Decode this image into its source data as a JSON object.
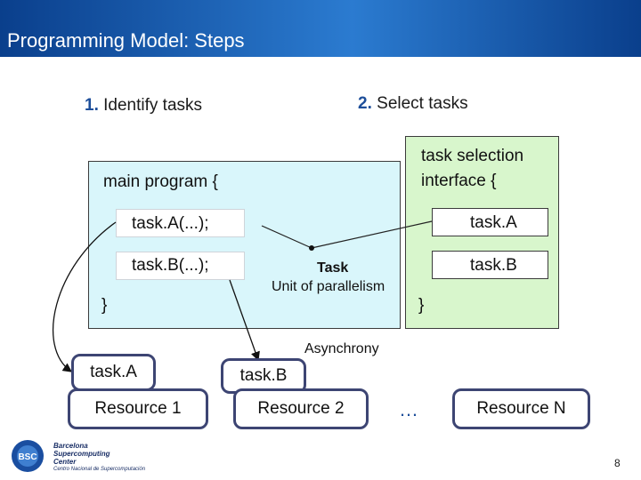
{
  "slide": {
    "title": "Programming Model: Steps",
    "page_number": "8"
  },
  "steps": [
    {
      "number": "1.",
      "label": "Identify tasks"
    },
    {
      "number": "2.",
      "label": "Select tasks"
    }
  ],
  "main_program": {
    "header": "main program {",
    "calls": [
      "task.A(...);",
      "task.B(...);"
    ],
    "close": "}"
  },
  "selection_interface": {
    "header_line1": "task selection",
    "header_line2": "interface {",
    "entries": [
      "task.A",
      "task.B"
    ],
    "close": "}"
  },
  "annotations": {
    "task_label": "Task",
    "task_desc": "Unit of parallelism",
    "asynchrony": "Asynchrony"
  },
  "resources": [
    {
      "task": "task.A",
      "name": "Resource 1"
    },
    {
      "task": "task.B",
      "name": "Resource 2"
    },
    {
      "task": "",
      "name": "Resource N"
    }
  ],
  "ellipsis": "…",
  "logo": {
    "text_line1": "Barcelona",
    "text_line2": "Supercomputing",
    "text_line3": "Center",
    "text_line4": "Centro Nacional de Supercomputación",
    "mark": "BSC"
  },
  "colors": {
    "header": "#1a5bb0",
    "main_box": "#d9f6fb",
    "selection_box": "#d8f6cc",
    "resource_border": "#3d4573",
    "step_number": "#1d4e9a"
  }
}
